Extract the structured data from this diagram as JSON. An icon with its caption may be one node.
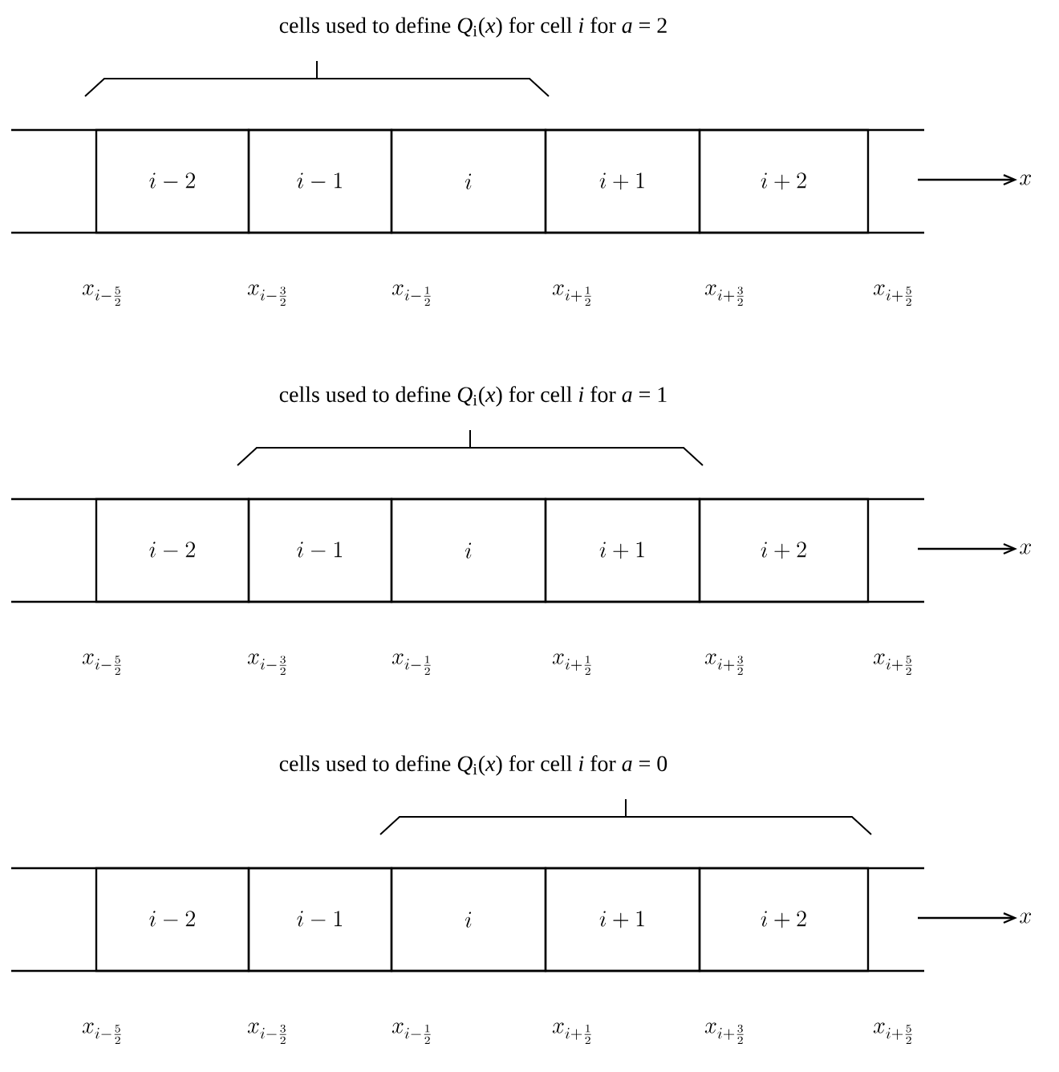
{
  "diagram": {
    "nodes": [
      {
        "text": [
          "i-2"
        ]
      },
      {
        "text": [
          "i-1"
        ]
      },
      {
        "text": [
          "i"
        ]
      },
      {
        "text": [
          "i+1"
        ]
      },
      {
        "text": [
          "i+2"
        ]
      },
      {
        "text": [
          "x"
        ]
      },
      {
        "text": [
          "i-2"
        ]
      },
      {
        "text": [
          "i-1"
        ]
      },
      {
        "text": [
          "i"
        ]
      },
      {
        "text": [
          "i+1"
        ]
      },
      {
        "text": [
          "i+2"
        ]
      },
      {
        "text": [
          "x"
        ]
      },
      {
        "text": [
          "i-2"
        ]
      },
      {
        "text": [
          "i-1"
        ]
      },
      {
        "text": [
          "i"
        ]
      },
      {
        "text": [
          "i+1"
        ]
      },
      {
        "text": [
          "i+2"
        ]
      },
      {
        "text": [
          "x"
        ]
      }
    ],
    "edges": [
      {
        "from": null,
        "to": 5,
        "arrow": "to"
      },
      {
        "from": null,
        "to": 11,
        "arrow": "to"
      },
      {
        "from": null,
        "to": 17,
        "arrow": "to"
      }
    ],
    "labels": [
      "cells used to define *Q*$_{i}$(*x*) for cell *i* for *a* = 2",
      "x_{i-\\frac{5}{2}}",
      "x_{i-\\frac{3}{2}}",
      "x_{i-\\frac{1}{2}}",
      "x_{i+\\frac{1}{2}}",
      "x_{i+\\frac{3}{2}}",
      "x_{i+\\frac{5}{2}}",
      "cells used to define *Q*$_{i}$(*x*) for cell *i* for *a* = 1",
      "x_{i-\\frac{5}{2}}",
      "x_{i-\\frac{3}{2}}",
      "x_{i-\\frac{1}{2}}",
      "x_{i+\\frac{1}{2}}",
      "x_{i+\\frac{3}{2}}",
      "x_{i+\\frac{5}{2}}",
      "cells used to define *Q*$_{i}$(*x*) for cell *i* for *a* = 0",
      "x_{i-\\frac{5}{2}}",
      "x_{i-\\frac{3}{2}}",
      "x_{i-\\frac{1}{2}}",
      "x_{i+\\frac{1}{2}}",
      "x_{i+\\frac{3}{2}}",
      "x_{i+\\frac{5}{2}}"
    ]
  }
}
